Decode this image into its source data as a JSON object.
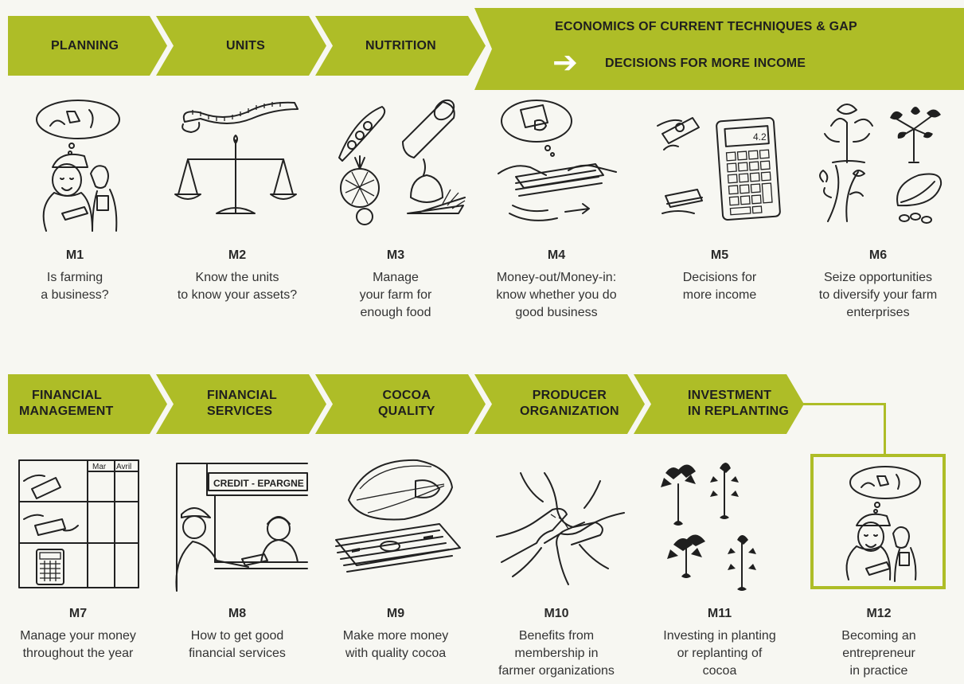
{
  "colors": {
    "accent": "#aebd27",
    "background": "#f7f7f2",
    "text": "#333333"
  },
  "header_row1": [
    {
      "label": "PLANNING"
    },
    {
      "label": "UNITS"
    },
    {
      "label": "NUTRITION"
    },
    {
      "label_top": "ECONOMICS OF CURRENT TECHNIQUES & GAP",
      "label_bottom": "DECISIONS FOR MORE INCOME",
      "icon": "arrow-right-icon"
    }
  ],
  "header_row2": [
    {
      "line1": "FINANCIAL",
      "line2": "MANAGEMENT"
    },
    {
      "line1": "FINANCIAL",
      "line2": "SERVICES"
    },
    {
      "line1": "COCOA",
      "line2": "QUALITY"
    },
    {
      "line1": "PRODUCER",
      "line2": "ORGANIZATION"
    },
    {
      "line1": "INVESTMENT",
      "line2": "IN REPLANTING"
    }
  ],
  "modules": [
    {
      "code": "M1",
      "desc": "Is farming\na business?",
      "icon": "farmer-thinking-icon"
    },
    {
      "code": "M2",
      "desc": "Know the units\nto know your assets?",
      "icon": "scale-and-tape-icon"
    },
    {
      "code": "M3",
      "desc": "Manage\nyour farm for\nenough food",
      "icon": "food-crops-icon"
    },
    {
      "code": "M4",
      "desc": "Money-out/Money-in:\nknow whether you do\ngood business",
      "icon": "money-exchange-icon"
    },
    {
      "code": "M5",
      "desc": "Decisions for\nmore income",
      "icon": "calculator-icon"
    },
    {
      "code": "M6",
      "desc": "Seize opportunities\nto diversify your farm\nenterprises",
      "icon": "diverse-crops-icon"
    },
    {
      "code": "M7",
      "desc": "Manage your money\nthroughout the year",
      "icon": "money-calendar-icon"
    },
    {
      "code": "M8",
      "desc": "How to get good\nfinancial services",
      "icon": "bank-counter-icon"
    },
    {
      "code": "M9",
      "desc": "Make more money\nwith quality cocoa",
      "icon": "cocoa-pod-money-icon"
    },
    {
      "code": "M10",
      "desc": "Benefits from\nmembership in\nfarmer organizations",
      "icon": "joined-hands-icon"
    },
    {
      "code": "M11",
      "desc": "Investing in planting\nor replanting of\ncocoa",
      "icon": "cocoa-seedlings-icon"
    },
    {
      "code": "M12",
      "desc": "Becoming an\nentrepreneur\nin practice",
      "icon": "entrepreneur-icon"
    }
  ],
  "illustration_text": {
    "calc_display": "4.2",
    "credit_sign": "CREDIT - EPARGNE",
    "col_mar": "Mar",
    "col_avril": "Avril"
  }
}
